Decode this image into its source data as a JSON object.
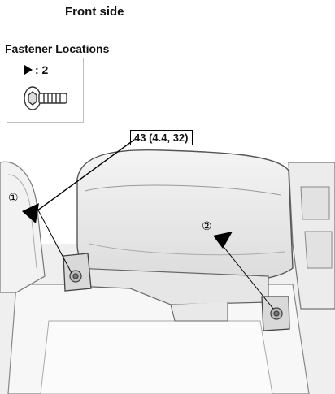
{
  "heading": "Front side",
  "section_title": "Fastener Locations",
  "legend": {
    "marker_icon": "black-triangle-icon",
    "key_text": ": 2",
    "bolt_icon": "bolt-icon"
  },
  "torque_spec": "43 (4.4, 32)",
  "callouts": [
    "①",
    "②"
  ]
}
